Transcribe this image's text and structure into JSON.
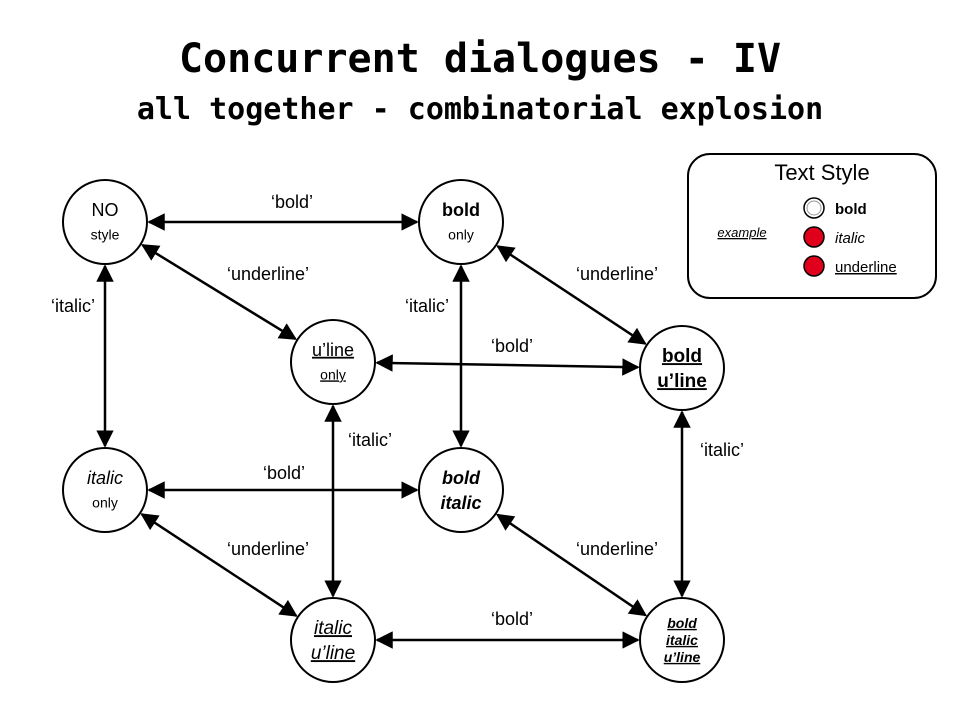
{
  "title": "Concurrent dialogues - IV",
  "subtitle": "all together - combinatorial explosion",
  "colors": {
    "line": "#000000",
    "active_dot": "#e0001b",
    "inactive_dot": "#ffffff"
  },
  "states": [
    {
      "id": "none",
      "line1": "NO",
      "line2": "style"
    },
    {
      "id": "bold",
      "line1": "bold",
      "line2": "only"
    },
    {
      "id": "uline",
      "line1": "u’line",
      "line2": "only"
    },
    {
      "id": "bold-uline",
      "line1": "bold",
      "line2": "u’line"
    },
    {
      "id": "italic",
      "line1": "italic",
      "line2": "only"
    },
    {
      "id": "bold-italic",
      "line1": "bold",
      "line2": "italic"
    },
    {
      "id": "italic-uline",
      "line1": "italic",
      "line2": "u’line"
    },
    {
      "id": "bold-italic-uline",
      "line1": "bold",
      "line2": "italic",
      "line3": "u’line"
    }
  ],
  "transitions": [
    {
      "from": "none",
      "to": "bold",
      "label": "‘bold’"
    },
    {
      "from": "none",
      "to": "uline",
      "label": "‘underline’"
    },
    {
      "from": "none",
      "to": "italic",
      "label": "‘italic’"
    },
    {
      "from": "bold",
      "to": "bold-uline",
      "label": "‘underline’"
    },
    {
      "from": "bold",
      "to": "bold-italic",
      "label": "‘italic’"
    },
    {
      "from": "uline",
      "to": "bold-uline",
      "label": "‘bold’"
    },
    {
      "from": "uline",
      "to": "italic-uline",
      "label": "‘italic’"
    },
    {
      "from": "italic",
      "to": "bold-italic",
      "label": "‘bold’"
    },
    {
      "from": "bold-uline",
      "to": "bold-italic-uline",
      "label": "‘italic’"
    },
    {
      "from": "italic",
      "to": "italic-uline",
      "label": "‘underline’"
    },
    {
      "from": "bold-italic",
      "to": "bold-italic-uline",
      "label": "‘underline’"
    },
    {
      "from": "italic-uline",
      "to": "bold-italic-uline",
      "label": "‘bold’"
    }
  ],
  "legend": {
    "title": "Text Style",
    "example": "example",
    "items": [
      {
        "label": "bold",
        "active": false
      },
      {
        "label": "italic",
        "active": true
      },
      {
        "label": "underline",
        "active": true
      }
    ]
  }
}
